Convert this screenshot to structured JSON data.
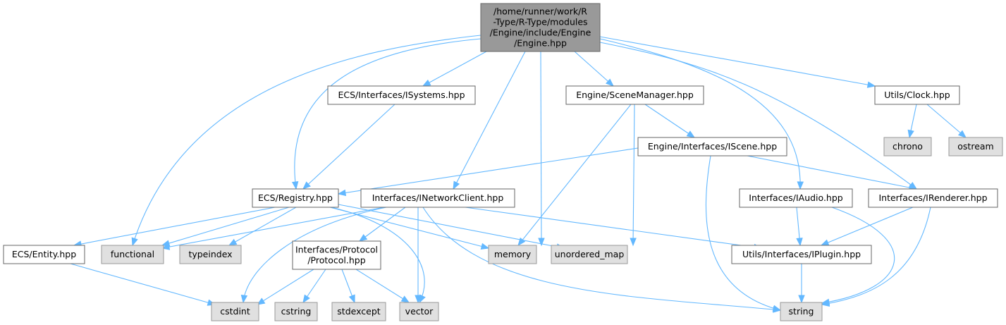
{
  "diagram": {
    "type": "include-dependency-graph",
    "colors": {
      "root_fill": "#999999",
      "root_border": "#666666",
      "header_fill": "#ffffff",
      "header_border": "#666666",
      "system_fill": "#e0e0e0",
      "system_border": "#999999",
      "edge": "#63b8ff"
    },
    "nodes": [
      {
        "id": "engine",
        "kind": "root",
        "lines": [
          "/home/runner/work/R",
          "-Type/R-Type/modules",
          "/Engine/include/Engine",
          "/Engine.hpp"
        ]
      },
      {
        "id": "isystems",
        "kind": "header",
        "lines": [
          "ECS/Interfaces/ISystems.hpp"
        ]
      },
      {
        "id": "scenemanager",
        "kind": "header",
        "lines": [
          "Engine/SceneManager.hpp"
        ]
      },
      {
        "id": "clock",
        "kind": "header",
        "lines": [
          "Utils/Clock.hpp"
        ]
      },
      {
        "id": "chrono",
        "kind": "system",
        "lines": [
          "chrono"
        ]
      },
      {
        "id": "ostream",
        "kind": "system",
        "lines": [
          "ostream"
        ]
      },
      {
        "id": "iscene",
        "kind": "header",
        "lines": [
          "Engine/Interfaces/IScene.hpp"
        ]
      },
      {
        "id": "registry",
        "kind": "header",
        "lines": [
          "ECS/Registry.hpp"
        ]
      },
      {
        "id": "inetwork",
        "kind": "header",
        "lines": [
          "Interfaces/INetworkClient.hpp"
        ]
      },
      {
        "id": "iaudio",
        "kind": "header",
        "lines": [
          "Interfaces/IAudio.hpp"
        ]
      },
      {
        "id": "irenderer",
        "kind": "header",
        "lines": [
          "Interfaces/IRenderer.hpp"
        ]
      },
      {
        "id": "entity",
        "kind": "header",
        "lines": [
          "ECS/Entity.hpp"
        ]
      },
      {
        "id": "functional",
        "kind": "system",
        "lines": [
          "functional"
        ]
      },
      {
        "id": "typeindex",
        "kind": "system",
        "lines": [
          "typeindex"
        ]
      },
      {
        "id": "protocol",
        "kind": "header",
        "lines": [
          "Interfaces/Protocol",
          "/Protocol.hpp"
        ]
      },
      {
        "id": "memory",
        "kind": "system",
        "lines": [
          "memory"
        ]
      },
      {
        "id": "unordered_map",
        "kind": "system",
        "lines": [
          "unordered_map"
        ]
      },
      {
        "id": "iplugin",
        "kind": "header",
        "lines": [
          "Utils/Interfaces/IPlugin.hpp"
        ]
      },
      {
        "id": "cstdint",
        "kind": "system",
        "lines": [
          "cstdint"
        ]
      },
      {
        "id": "cstring",
        "kind": "system",
        "lines": [
          "cstring"
        ]
      },
      {
        "id": "stdexcept",
        "kind": "system",
        "lines": [
          "stdexcept"
        ]
      },
      {
        "id": "vector",
        "kind": "system",
        "lines": [
          "vector"
        ]
      },
      {
        "id": "string",
        "kind": "system",
        "lines": [
          "string"
        ]
      }
    ],
    "edges": [
      {
        "from": "engine",
        "to": "functional"
      },
      {
        "from": "engine",
        "to": "registry"
      },
      {
        "from": "engine",
        "to": "isystems"
      },
      {
        "from": "engine",
        "to": "inetwork"
      },
      {
        "from": "engine",
        "to": "memory"
      },
      {
        "from": "engine",
        "to": "scenemanager"
      },
      {
        "from": "engine",
        "to": "iaudio"
      },
      {
        "from": "engine",
        "to": "irenderer"
      },
      {
        "from": "engine",
        "to": "clock"
      },
      {
        "from": "isystems",
        "to": "registry"
      },
      {
        "from": "scenemanager",
        "to": "iscene"
      },
      {
        "from": "scenemanager",
        "to": "memory"
      },
      {
        "from": "scenemanager",
        "to": "unordered_map"
      },
      {
        "from": "clock",
        "to": "chrono"
      },
      {
        "from": "clock",
        "to": "ostream"
      },
      {
        "from": "iscene",
        "to": "registry"
      },
      {
        "from": "iscene",
        "to": "irenderer"
      },
      {
        "from": "iscene",
        "to": "string"
      },
      {
        "from": "registry",
        "to": "entity"
      },
      {
        "from": "registry",
        "to": "functional"
      },
      {
        "from": "registry",
        "to": "typeindex"
      },
      {
        "from": "registry",
        "to": "memory"
      },
      {
        "from": "registry",
        "to": "unordered_map"
      },
      {
        "from": "registry",
        "to": "vector"
      },
      {
        "from": "inetwork",
        "to": "functional"
      },
      {
        "from": "inetwork",
        "to": "cstdint"
      },
      {
        "from": "inetwork",
        "to": "protocol"
      },
      {
        "from": "inetwork",
        "to": "vector"
      },
      {
        "from": "inetwork",
        "to": "string"
      },
      {
        "from": "inetwork",
        "to": "iplugin"
      },
      {
        "from": "iaudio",
        "to": "iplugin"
      },
      {
        "from": "iaudio",
        "to": "string"
      },
      {
        "from": "irenderer",
        "to": "iplugin"
      },
      {
        "from": "irenderer",
        "to": "string"
      },
      {
        "from": "entity",
        "to": "cstdint"
      },
      {
        "from": "protocol",
        "to": "cstdint"
      },
      {
        "from": "protocol",
        "to": "cstring"
      },
      {
        "from": "protocol",
        "to": "stdexcept"
      },
      {
        "from": "protocol",
        "to": "vector"
      },
      {
        "from": "iplugin",
        "to": "string"
      }
    ]
  }
}
